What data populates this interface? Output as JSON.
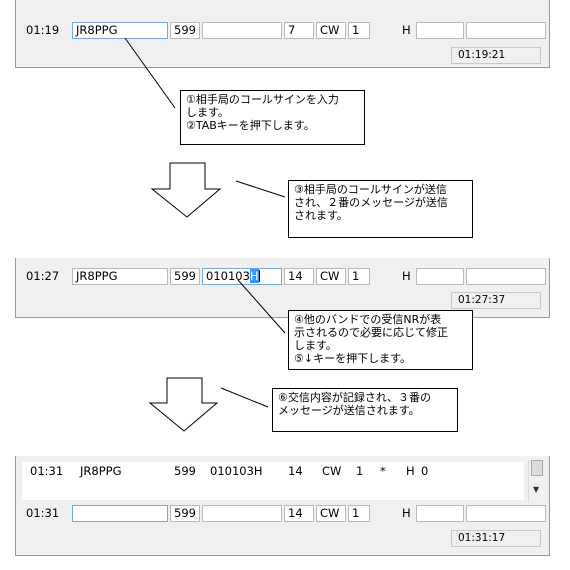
{
  "panel1": {
    "fields": {
      "time": "01:19",
      "call": "JR8PPG",
      "rst": "599",
      "nr": "",
      "band": "7",
      "mode": "CW",
      "power": "1",
      "flag": "",
      "h": "H"
    },
    "clock": "01:19:21"
  },
  "callout1": {
    "line1": "①相手局のコールサインを入力",
    "line2": "します。",
    "line3": "②TABキーを押下します。"
  },
  "callout2": {
    "line1": "③相手局のコールサインが送信",
    "line2": "され、２番のメッセージが送信",
    "line3": "されます。"
  },
  "panel2": {
    "fields": {
      "time": "01:27",
      "call": "JR8PPG",
      "rst": "599",
      "nr_before": "010103",
      "nr_selected": "H",
      "band": "14",
      "mode": "CW",
      "power": "1",
      "flag": "",
      "h": "H"
    },
    "clock": "01:27:37"
  },
  "callout3": {
    "line1": "④他のバンドでの受信NRが表",
    "line2": "示されるので必要に応じて修正",
    "line3": "します。",
    "line4": "⑤↓キーを押下します。"
  },
  "callout4": {
    "line1": "⑥交信内容が記録され、３番の",
    "line2": "メッセージが送信されます。"
  },
  "panel3": {
    "log_row": {
      "time": "01:31",
      "call": "JR8PPG",
      "rst": "599",
      "nr": "010103H",
      "band": "14",
      "mode": "CW",
      "power": "1",
      "mark": "*",
      "h": "H",
      "zero": "0"
    },
    "fields": {
      "time": "01:31",
      "call": "",
      "rst": "599",
      "nr": "",
      "band": "14",
      "mode": "CW",
      "power": "1",
      "flag": "",
      "h": "H"
    },
    "clock": "01:31:17"
  },
  "colors": {
    "selection": "#3399ff",
    "focus_border": "#7aa7d8",
    "panel_bg": "#f0f0f0"
  }
}
